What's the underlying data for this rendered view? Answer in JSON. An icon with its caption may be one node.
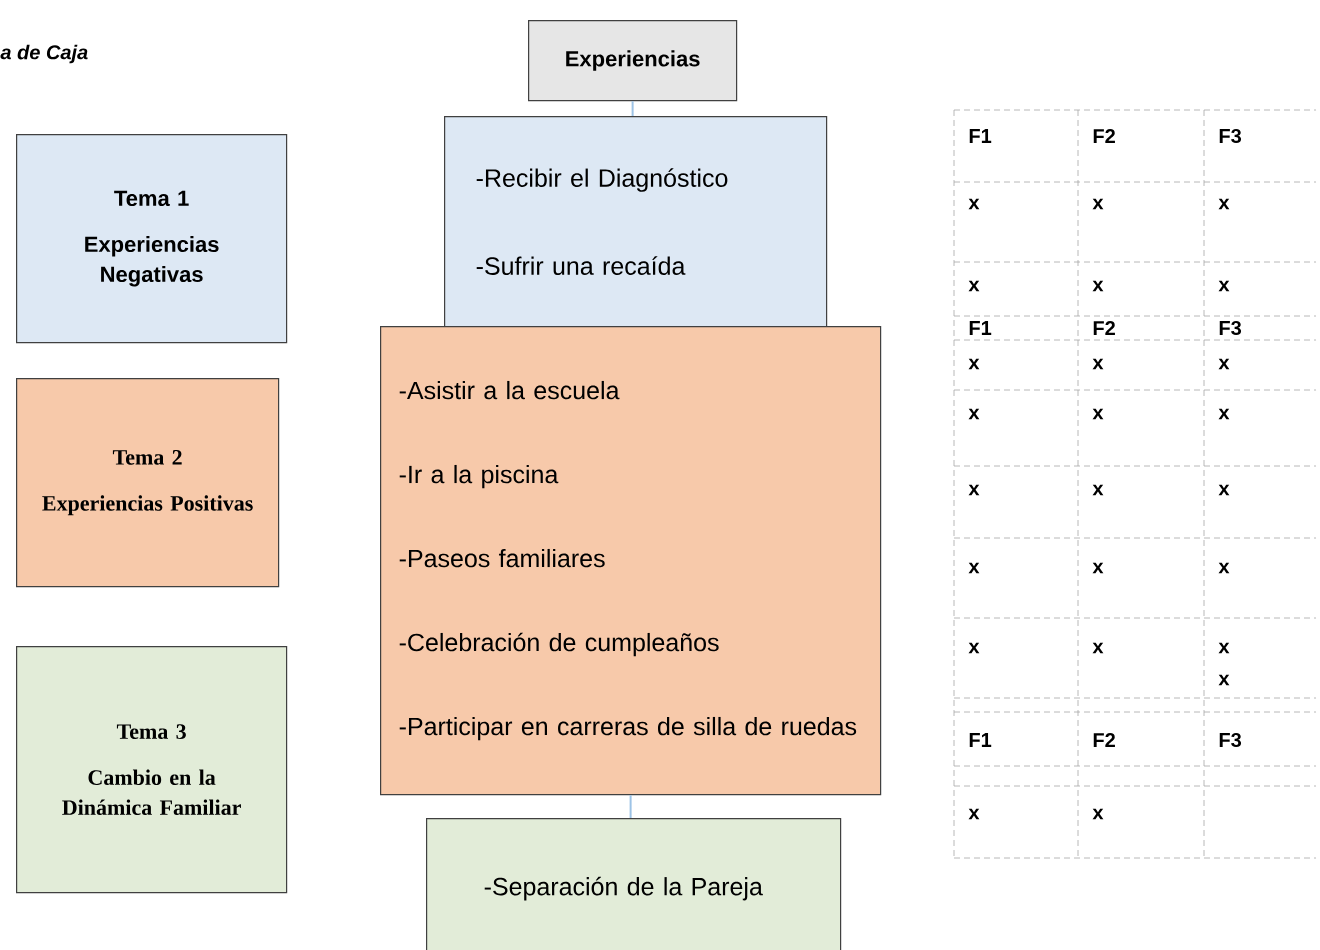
{
  "diagram": {
    "title": "a de Caja",
    "nodes": [
      {
        "text": [
          "Experiencias"
        ]
      },
      {
        "text": [
          "-Recibir el Diagnóstico",
          "-Sufrir una recaída"
        ]
      },
      {
        "text": [
          "-Asistir a la escuela",
          "-Ir a la piscina",
          "-Paseos familiares",
          "-Celebración de cumpleaños",
          "-Participar en carreras de silla de ruedas"
        ]
      },
      {
        "text": [
          "-Separación de la Pareja"
        ]
      },
      {
        "text": [
          "Tema 1",
          "Experiencias Negativas"
        ]
      },
      {
        "text": [
          "Tema 2",
          "Experiencias Positivas"
        ]
      },
      {
        "text": [
          "Tema 3",
          "Cambio en la Dinámica Familiar"
        ]
      }
    ],
    "edges": [
      {
        "from": 0,
        "to": 1,
        "arrow": "none"
      },
      {
        "from": 2,
        "to": 3,
        "arrow": "none"
      }
    ],
    "labels": [
      "F1",
      "F2",
      "F3",
      "x",
      "x",
      "x",
      "x",
      "x",
      "x",
      "F1",
      "F2",
      "F3",
      "x",
      "x",
      "x",
      "x",
      "x",
      "x",
      "x",
      "x",
      "x",
      "x",
      "x",
      "x",
      "x",
      "x",
      "x",
      "x",
      "F1",
      "F2",
      "F3",
      "x",
      "x"
    ]
  }
}
